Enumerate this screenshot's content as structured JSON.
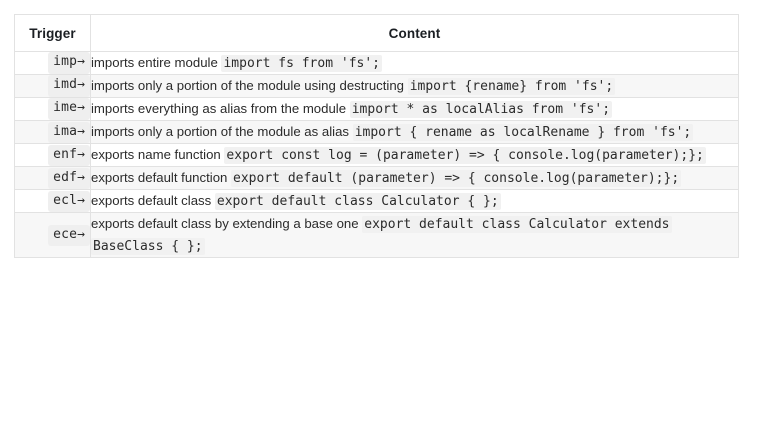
{
  "table": {
    "headers": {
      "trigger": "Trigger",
      "content": "Content"
    },
    "rows": [
      {
        "trigger": "imp",
        "arrow": "→",
        "description": "imports entire module ",
        "code": "import fs from 'fs';"
      },
      {
        "trigger": "imd",
        "arrow": "→",
        "description": "imports only a portion of the module using destructing ",
        "code": "import {rename} from 'fs';"
      },
      {
        "trigger": "ime",
        "arrow": "→",
        "description": "imports everything as alias from the module ",
        "code": "import * as localAlias from 'fs';"
      },
      {
        "trigger": "ima",
        "arrow": "→",
        "description": "imports only a portion of the module as alias ",
        "code": "import { rename as localRename } from 'fs';"
      },
      {
        "trigger": "enf",
        "arrow": "→",
        "description": "exports name function ",
        "code": "export const log = (parameter) => { console.log(parameter);};"
      },
      {
        "trigger": "edf",
        "arrow": "→",
        "description": "exports default function ",
        "code": "export default (parameter) => { console.log(parameter);};"
      },
      {
        "trigger": "ecl",
        "arrow": "→",
        "description": "exports default class ",
        "code": "export default class Calculator { };"
      },
      {
        "trigger": "ece",
        "arrow": "→",
        "description": "exports default class by extending a base one ",
        "code": "export default class Calculator extends BaseClass { };"
      }
    ]
  },
  "colors": {
    "border": "#e2e2e2",
    "stripe": "#f7f7f7",
    "code_background": "#f1f1f1",
    "chip_background": "#efefef",
    "text": "#2b2b2b"
  }
}
